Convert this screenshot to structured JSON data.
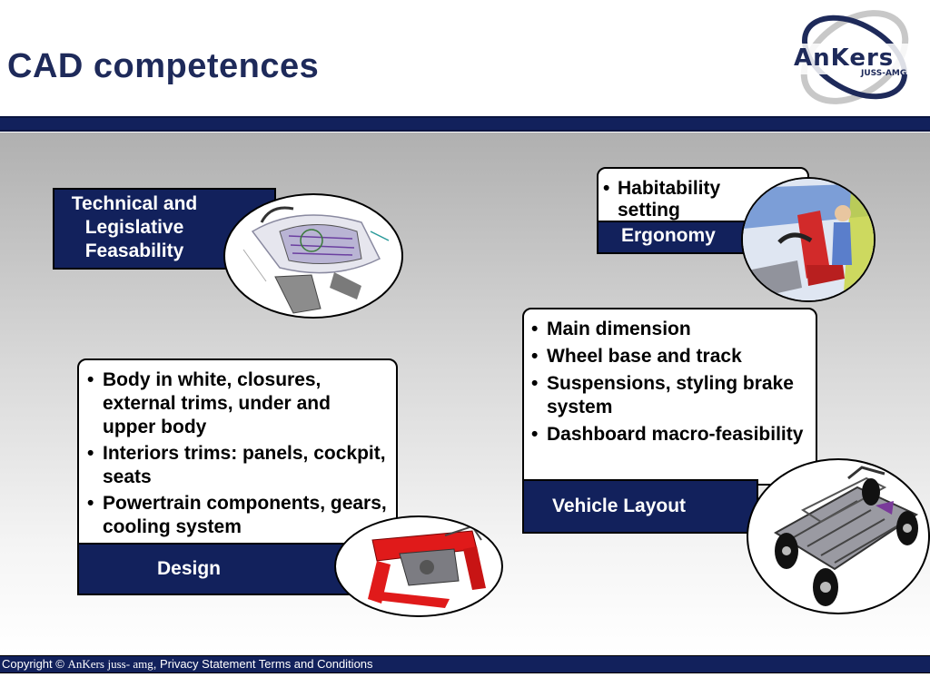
{
  "header": {
    "title": "CAD competences",
    "logo_text": "AnKers",
    "logo_subtext": "JUSS-AMG"
  },
  "sections": {
    "technical": {
      "label": "Technical and\nLegislative\nFeasability"
    },
    "ergonomy": {
      "bullet": "Habitability setting",
      "label": "Ergonomy"
    },
    "design": {
      "items": [
        "Body in white, closures, external trims, under and upper body",
        "Interiors trims: panels, cockpit, seats",
        "Powertrain components, gears, cooling system"
      ],
      "label": "Design"
    },
    "vehicle_layout": {
      "items": [
        "Main dimension",
        "Wheel base and track",
        "Suspensions, styling brake system",
        "Dashboard macro-feasibility"
      ],
      "label": "Vehicle Layout"
    }
  },
  "footer": {
    "copyright": "Copyright ©",
    "brand_a": "AnKers",
    "brand_b": "juss- amg",
    "links": ", Privacy Statement Terms and Conditions"
  },
  "colors": {
    "navy": "#12215c",
    "title": "#1e2a5a",
    "accent_red": "#e01a1a"
  }
}
